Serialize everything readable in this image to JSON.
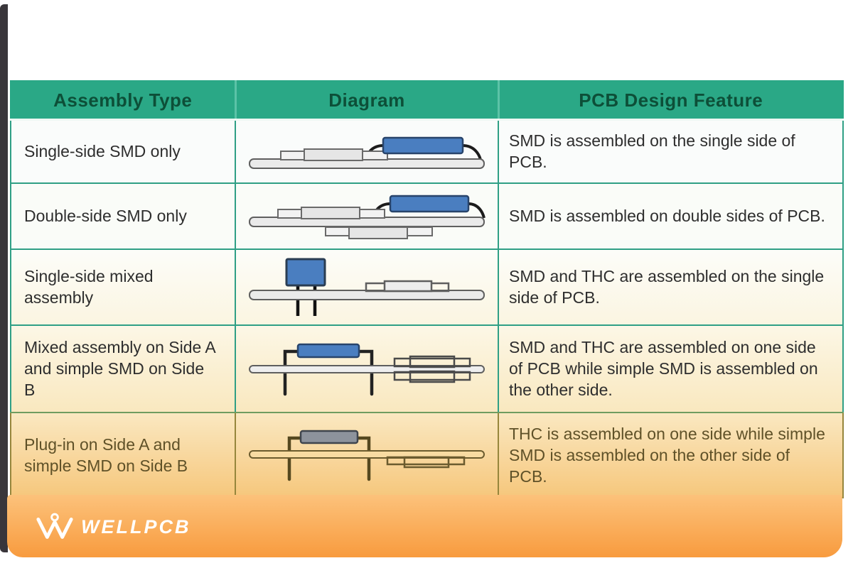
{
  "page": {
    "brand": "WELLPCB"
  },
  "table": {
    "headers": [
      "Assembly Type",
      "Diagram",
      "PCB Design Feature"
    ],
    "rows": [
      {
        "type": "Single-side SMD only",
        "diagram": "single-side-smd-diagram",
        "feature": "SMD is assembled on the single side of PCB."
      },
      {
        "type": "Double-side SMD only",
        "diagram": "double-side-smd-diagram",
        "feature": "SMD is assembled on double sides of PCB."
      },
      {
        "type": "Single-side mixed assembly",
        "diagram": "single-side-mixed-assembly-diagram",
        "feature": "SMD and THC are assembled on the single side of PCB."
      },
      {
        "type": "Mixed assembly on Side A and simple SMD on Side B",
        "diagram": "mixed-assembly-side-a-smd-side-b-diagram",
        "feature": "SMD and THC are assembled on one side of PCB while simple SMD is assembled on the other side."
      },
      {
        "type": "Plug-in on Side A and simple SMD on Side B",
        "diagram": "plug-in-side-a-smd-side-b-diagram",
        "feature": "THC is assembled on one side while simple SMD is assembled on the other side of PCB."
      }
    ]
  },
  "colors": {
    "header_bg": "#2aa886",
    "header_text": "#0d4f38",
    "border_teal": "#2f9f85",
    "border_olive": "#96863c",
    "component_blue": "#4a7ec0",
    "component_gray": "#8d939c",
    "footer_orange_top": "#fcc27b",
    "footer_orange_bottom": "#f89b3e",
    "left_strip": "#39363b"
  }
}
